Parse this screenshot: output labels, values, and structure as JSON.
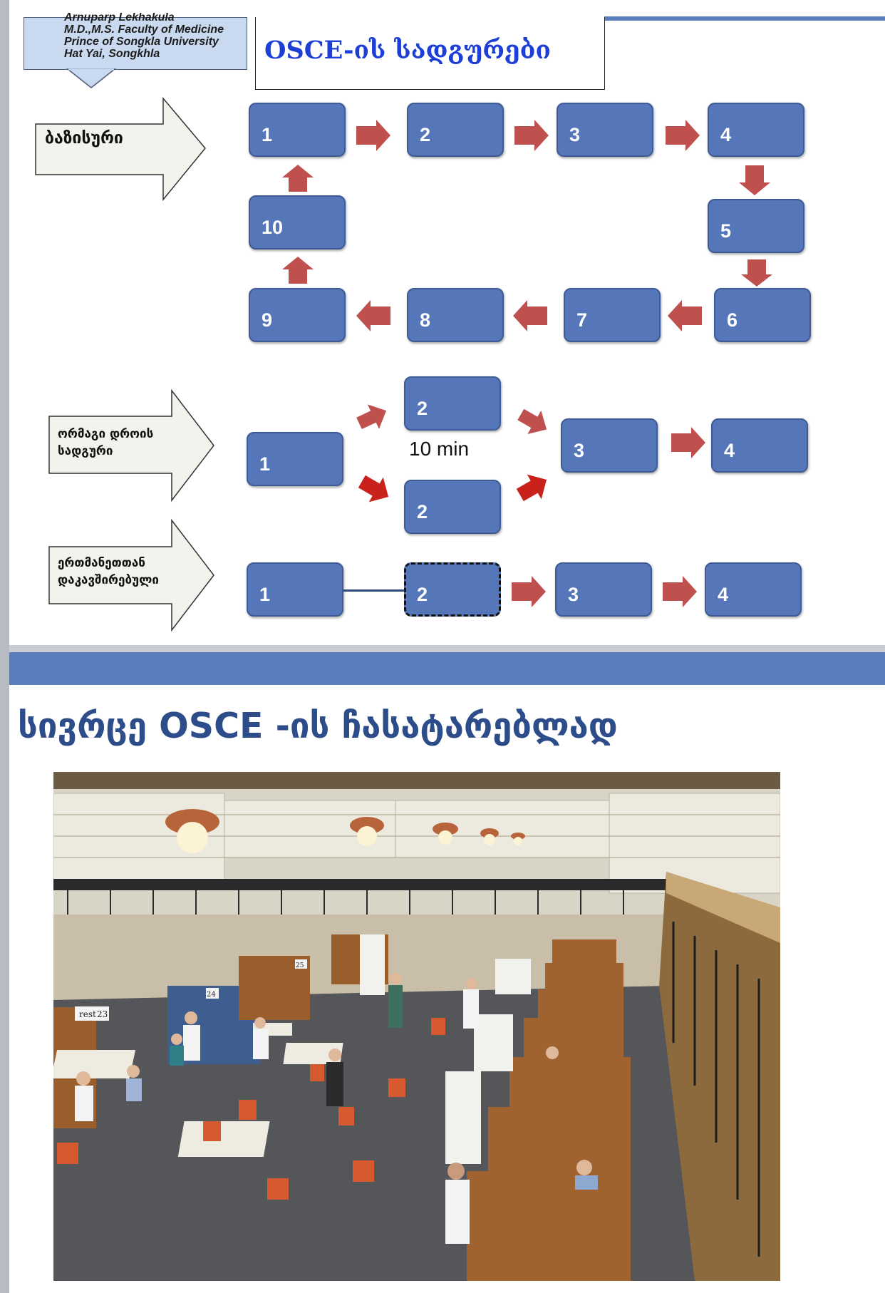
{
  "callout": {
    "lines": [
      "Arnuparp Lekhakula",
      "M.D.,M.S. Faculty of Medicine",
      "Prince of Songkla University",
      "Hat Yai, Songkhla"
    ]
  },
  "slide1": {
    "title": "OSCE-ის სადგურები",
    "basic": {
      "label": "ბაზისური",
      "nodes": [
        "1",
        "2",
        "3",
        "4",
        "5",
        "6",
        "7",
        "8",
        "9",
        "10"
      ]
    },
    "double": {
      "label_lines": [
        "ორმაგი დროის",
        "სადგური"
      ],
      "nodes": [
        "1",
        "2",
        "2",
        "3",
        "4"
      ],
      "time_label": "10 min"
    },
    "linked": {
      "label_lines": [
        "ერთმანეთთან",
        "დაკავშირებული"
      ],
      "nodes": [
        "1",
        "2",
        "3",
        "4"
      ]
    }
  },
  "slide2": {
    "title": "სივრცე OSCE -ის ჩასატარებლად",
    "photo": {
      "signs": [
        "rest",
        "23",
        "24",
        "25"
      ]
    }
  },
  "colors": {
    "node_fill": "#5576b8",
    "arrow_fill": "#c0504d",
    "title_blue": "#1d3fd6",
    "heading_blue": "#2d4d8a",
    "band_blue": "#5a7dbd"
  }
}
